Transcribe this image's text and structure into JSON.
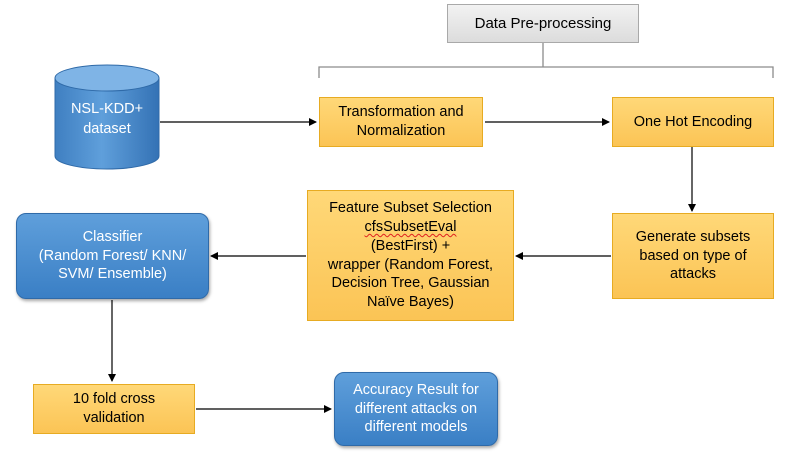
{
  "nodes": {
    "preprocessing": {
      "label": "Data Pre-processing"
    },
    "dataset": {
      "lines": [
        "NSL-KDD+",
        "dataset"
      ]
    },
    "transformation": {
      "lines": [
        "Transformation and",
        "Normalization"
      ]
    },
    "onehot": {
      "lines": [
        "One Hot Encoding"
      ]
    },
    "subsets": {
      "lines": [
        "Generate subsets",
        "based on type of",
        "attacks"
      ]
    },
    "feature_selection": {
      "line1": "Feature Subset Selection",
      "line2_underlined": "cfsSubsetEval",
      "line2_rest": " (BestFirst) +",
      "line3": "wrapper (Random Forest,",
      "line4": "Decision Tree, Gaussian",
      "line5": "Naïve Bayes)"
    },
    "classifier": {
      "lines": [
        "Classifier",
        "(Random Forest/ KNN/",
        "SVM/ Ensemble)"
      ]
    },
    "crossval": {
      "lines": [
        "10 fold cross",
        "validation"
      ]
    },
    "accuracy": {
      "lines": [
        "Accuracy Result for",
        "different attacks on",
        "different models"
      ]
    }
  },
  "colors": {
    "process_fill": "#fbc455",
    "process_border": "#e7ab22",
    "result_fill": "#3a7fc5",
    "header_fill": "#dcdcdc",
    "arrow": "#000000",
    "bracket": "#8c8c8c"
  }
}
